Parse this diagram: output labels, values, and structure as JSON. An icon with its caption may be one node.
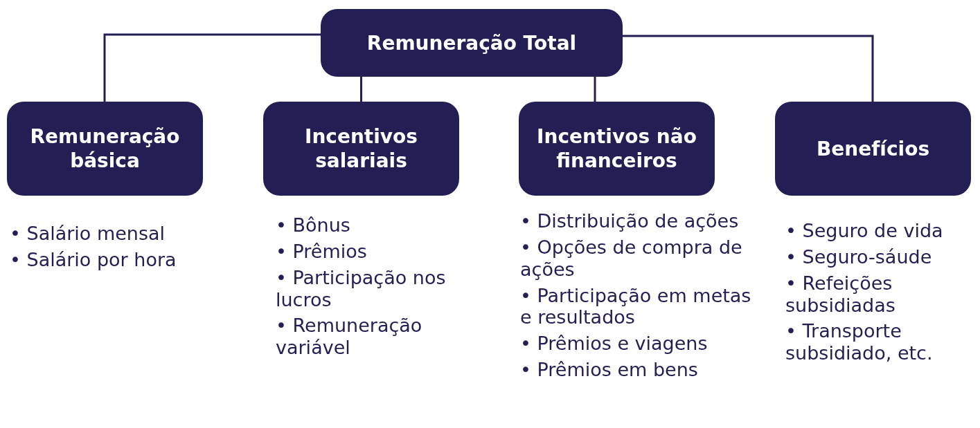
{
  "diagram": {
    "nodes": [
      {
        "text": [
          "Remuneração Total"
        ]
      },
      {
        "text": [
          "Remuneração básica"
        ],
        "beside": [
          "• Salário mensal",
          "• Salário por hora"
        ]
      },
      {
        "text": [
          "Incentivos salariais"
        ],
        "beside": [
          "• Bônus",
          "• Prêmios",
          "• Participação nos lucros",
          "• Remuneração variável"
        ]
      },
      {
        "text": [
          "Incentivos não financeiros"
        ],
        "beside": [
          "• Distribuição de ações",
          "• Opções de compra de ações",
          "• Participação em metas e resultados",
          "• Prêmios e viagens",
          "• Prêmios em bens"
        ]
      },
      {
        "text": [
          "Benefícios"
        ],
        "beside": [
          "• Seguro de vida",
          "• Seguro-sáude",
          "• Refeições subsidiadas",
          "• Transporte subsidiado, etc."
        ]
      }
    ],
    "edges": [
      {
        "from": 0,
        "to": 1,
        "arrow": "none"
      },
      {
        "from": 0,
        "to": 2,
        "arrow": "none"
      },
      {
        "from": 0,
        "to": 3,
        "arrow": "none"
      },
      {
        "from": 0,
        "to": 4,
        "arrow": "none"
      }
    ]
  }
}
